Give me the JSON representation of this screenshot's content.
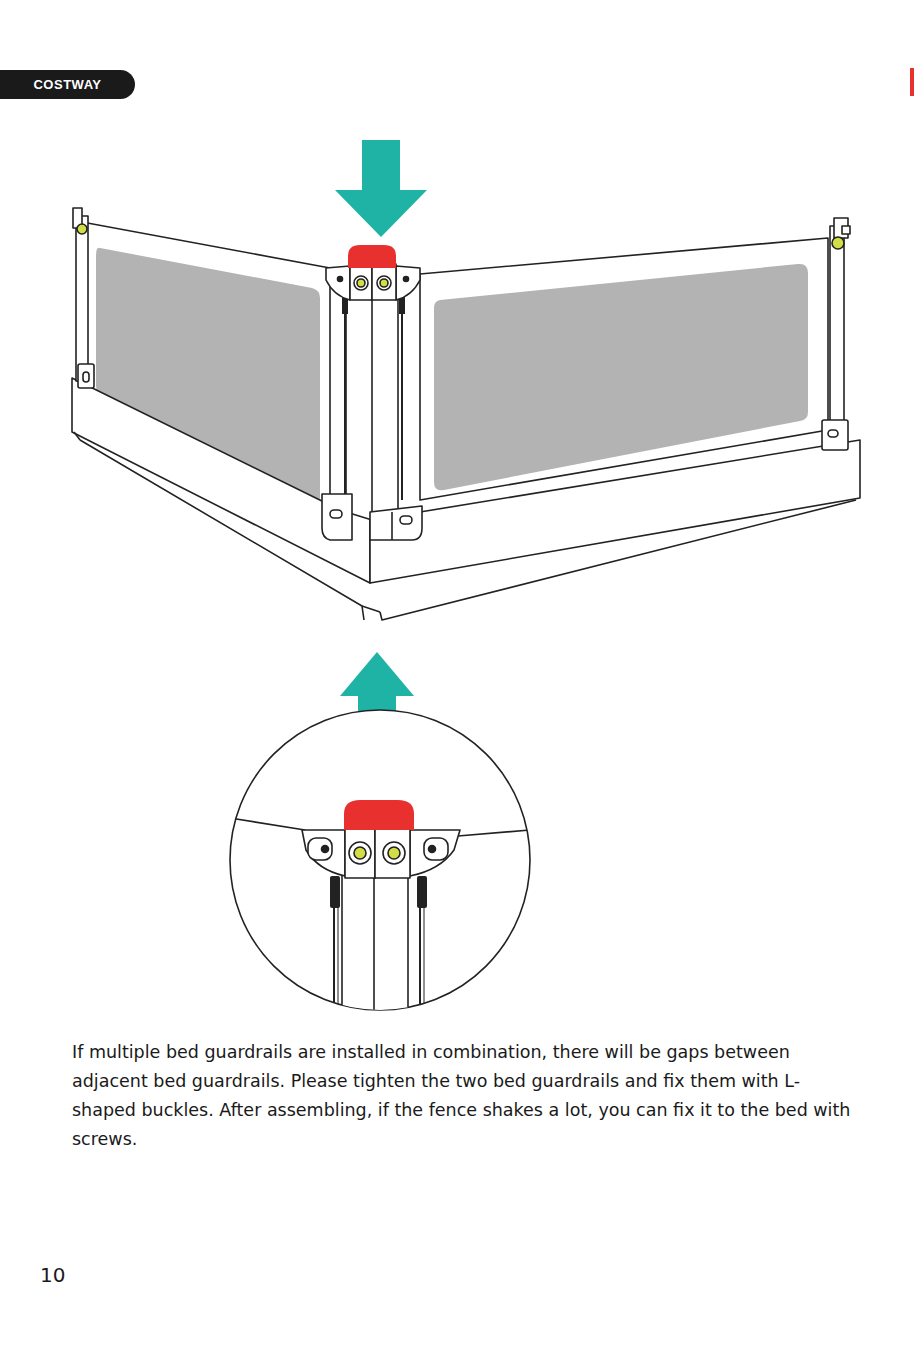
{
  "diagram": {
    "nodes": [
      {
        "text": [
          "COSTWAY"
        ]
      }
    ],
    "labels": [
      "If multiple bed guardrails are installed in combination, there will be gaps between adjacent bed guardrails. Please tighten the two bed guardrails and fix them with L-shaped buckles. After assembling, if the fence shakes a lot, you can fix it to the bed with screws.",
      "10"
    ]
  }
}
